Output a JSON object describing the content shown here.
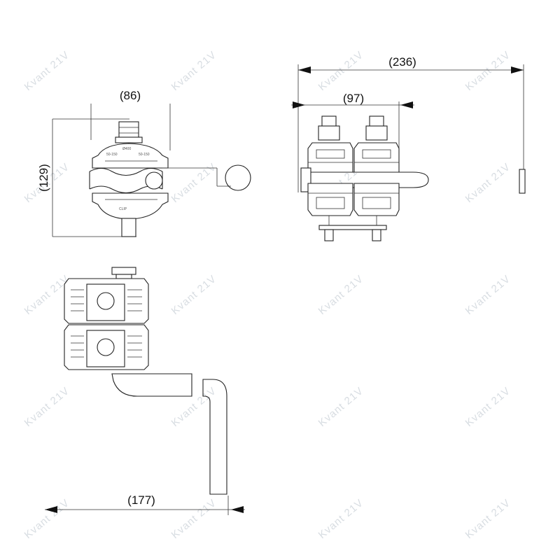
{
  "watermark": {
    "text": "Kvant 21V",
    "color": "#d8dde2"
  },
  "dimensions": {
    "front_width": "(86)",
    "front_height": "(129)",
    "side_total_width": "(236)",
    "side_partial_width": "(97)",
    "bottom_length": "(177)"
  },
  "colors": {
    "line": "#222222",
    "background": "#ffffff"
  }
}
